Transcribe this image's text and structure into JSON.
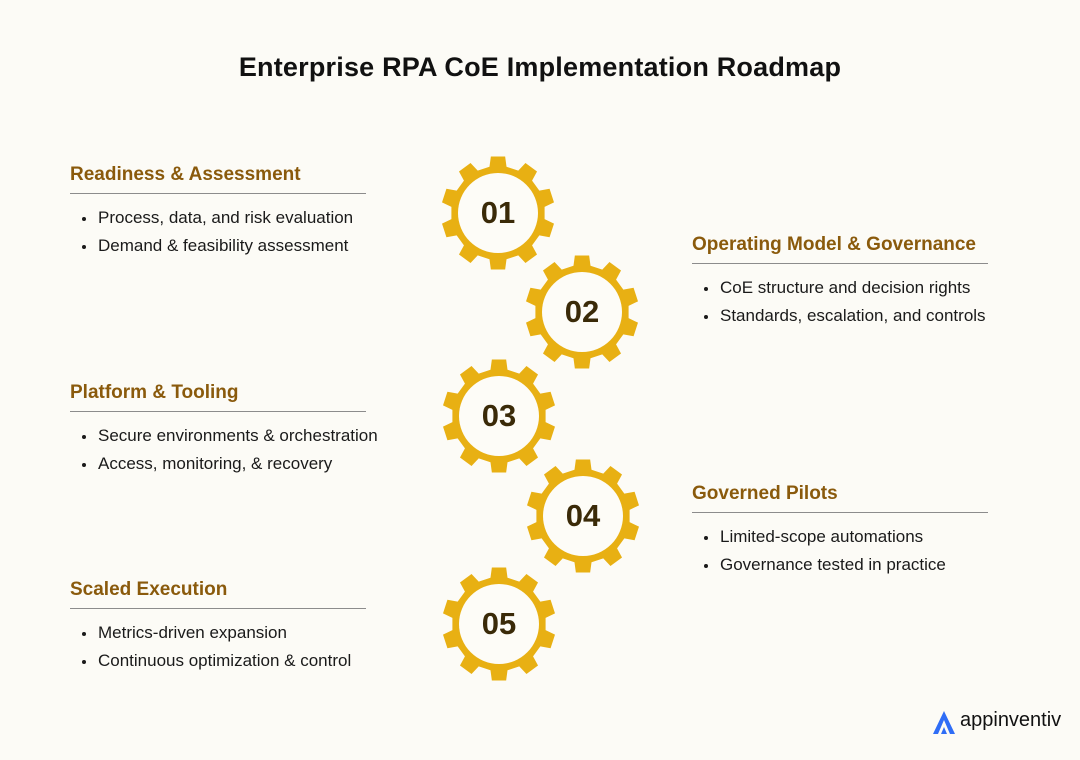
{
  "title": "Enterprise RPA CoE Implementation Roadmap",
  "steps": [
    {
      "number": "01",
      "title": "Readiness & Assessment",
      "items": [
        "Process, data, and risk evaluation",
        "Demand & feasibility assessment"
      ]
    },
    {
      "number": "02",
      "title": "Operating Model & Governance",
      "items": [
        "CoE structure and decision rights",
        "Standards, escalation, and controls"
      ]
    },
    {
      "number": "03",
      "title": "Platform & Tooling",
      "items": [
        "Secure environments & orchestration",
        "Access, monitoring, & recovery"
      ]
    },
    {
      "number": "04",
      "title": "Governed Pilots",
      "items": [
        "Limited-scope automations",
        "Governance tested in practice"
      ]
    },
    {
      "number": "05",
      "title": "Scaled Execution",
      "items": [
        "Metrics-driven expansion",
        "Continuous optimization & control"
      ]
    }
  ],
  "logo": {
    "text": "appinventiv"
  },
  "colors": {
    "gear": "#e8b013",
    "gear_inner": "#fdfcf7",
    "heading": "#8a5a0c",
    "number": "#3a2a08"
  }
}
